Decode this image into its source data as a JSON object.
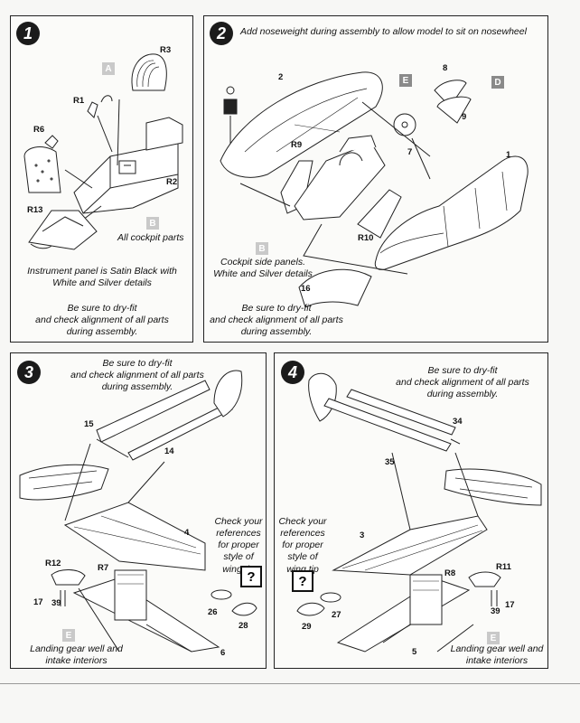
{
  "step1": {
    "number": "1",
    "parts": {
      "r3": "R3",
      "r1": "R1",
      "r6": "R6",
      "r2": "R2",
      "r13": "R13"
    },
    "color_a": "A",
    "color_b": "B",
    "b_caption": "All cockpit parts",
    "note_lines": [
      "Instrument panel is Satin Black with",
      "White and Silver details"
    ],
    "dryfit_lines": [
      "Be sure to dry-fit",
      "and check alignment of all parts",
      "during assembly."
    ]
  },
  "step2": {
    "number": "2",
    "header": "Add noseweight during assembly to allow model to sit on nosewheel",
    "parts": {
      "p2": "2",
      "p8": "8",
      "p9": "9",
      "r9": "R9",
      "p7": "7",
      "p1": "1",
      "r10": "R10",
      "p16": "16"
    },
    "color_e": "E",
    "color_d": "D",
    "color_b": "B",
    "side_lines": [
      "Cockpit side panels.",
      "White and Silver details"
    ],
    "dryfit_lines": [
      "Be sure to dry-fit",
      "and check alignment of all parts",
      "during assembly."
    ]
  },
  "step3": {
    "number": "3",
    "dryfit_lines": [
      "Be sure to dry-fit",
      "and check alignment of all parts",
      "during assembly."
    ],
    "parts": {
      "p15": "15",
      "p14": "14",
      "p4": "4",
      "r12": "R12",
      "r7": "R7",
      "p17": "17",
      "p39": "39",
      "p26": "26",
      "p28": "28",
      "p6": "6"
    },
    "check_lines": [
      "Check your",
      "references",
      "for proper",
      "style of",
      "wing tip"
    ],
    "question": "?",
    "color_e": "E",
    "gear_lines": [
      "Landing gear well and",
      "intake interiors"
    ]
  },
  "step4": {
    "number": "4",
    "dryfit_lines": [
      "Be sure to dry-fit",
      "and check alignment of all parts",
      "during assembly."
    ],
    "parts": {
      "p34": "34",
      "p35": "35",
      "p3": "3",
      "r8": "R8",
      "r11": "R11",
      "p17": "17",
      "p39": "39",
      "p27": "27",
      "p29": "29",
      "p5": "5"
    },
    "check_lines": [
      "Check your",
      "references",
      "for proper",
      "style of",
      "wing tip"
    ],
    "question": "?",
    "color_e": "E",
    "gear_lines": [
      "Landing gear well and",
      "intake interiors"
    ]
  }
}
